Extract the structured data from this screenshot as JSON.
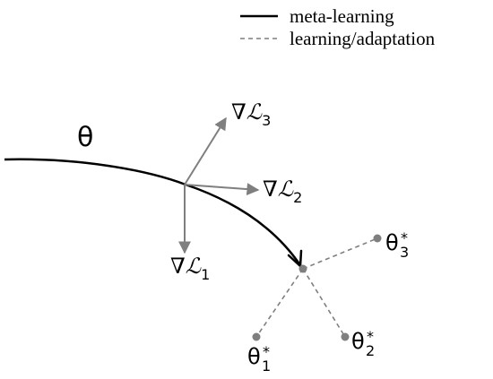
{
  "legend": {
    "solid_label": "meta-learning",
    "dashed_label": "learning/adaptation"
  },
  "theta_label": "θ",
  "gradients": [
    {
      "nabla": "∇",
      "L": "ℒ",
      "sub": "1"
    },
    {
      "nabla": "∇",
      "L": "ℒ",
      "sub": "2"
    },
    {
      "nabla": "∇",
      "L": "ℒ",
      "sub": "3"
    }
  ],
  "optima": [
    {
      "symbol": "θ",
      "sup": "*",
      "sub": "1"
    },
    {
      "symbol": "θ",
      "sup": "*",
      "sub": "2"
    },
    {
      "symbol": "θ",
      "sup": "*",
      "sub": "3"
    }
  ],
  "colors": {
    "meta_path": "#000000",
    "gradient_arrows": "#7f7f7f",
    "adaptation_lines": "#7f7f7f",
    "points": "#7f7f7f"
  }
}
